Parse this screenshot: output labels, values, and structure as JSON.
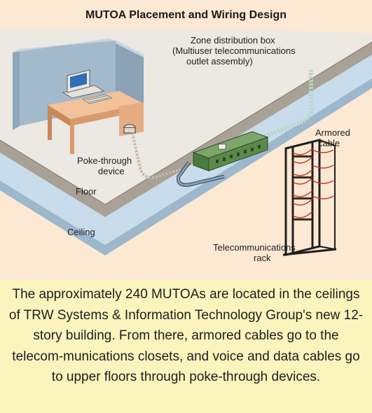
{
  "title": "MUTOA Placement and Wiring Design",
  "labels": {
    "zone_box": [
      "Zone distribution box",
      "(Multiuser telecommunications",
      "outlet assembly)"
    ],
    "armored": [
      "Armored",
      "cable"
    ],
    "poke": [
      "Poke-through",
      "device"
    ],
    "floor": "Floor",
    "ceiling": "Ceiling",
    "rack": [
      "Telecommunications",
      "rack"
    ]
  },
  "caption": "The approximately 240 MUTOAs are located in the ceilings of TRW Systems & Information Technology Group's new 12-story building. From there, armored cables go to the telecom-munications closets, and voice and data cables go to upper floors through poke-through devices.",
  "colors": {
    "diagram_bg": "#fde8d3",
    "caption_bg": "#fcf4bd",
    "floor_top": "#ece8e2",
    "floor_edge": "#a9a195",
    "ceiling_band": "#c8dceb",
    "partition": "#a3b9cc",
    "mutoa_box": "#5a8a4a",
    "rack_wires": "#c0392b"
  }
}
